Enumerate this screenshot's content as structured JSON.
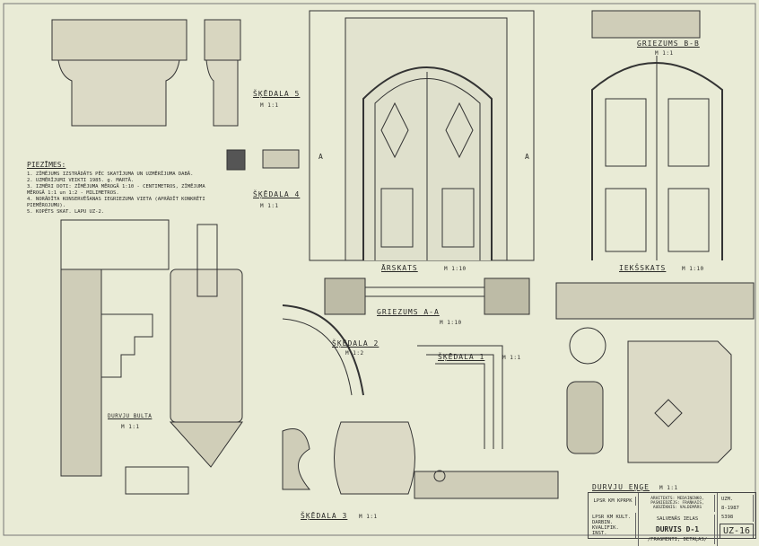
{
  "notes": {
    "title": "PIEZĪMES:",
    "items": [
      "1. ZĪMĒJUMS IZSTRĀDĀTS PĒC SKATĪJUMA UN UZMĒRĪJUMA DABĀ.",
      "2. UZMĒRĪJUMI VEIKTI 1985. g. MARTĀ.",
      "3. IZMĒRI DOTI: ZĪMĒJUMA MĒROGĀ 1:10 - CENTIMETROS, ZĪMĒJUMA MĒROGĀ 1:1 un 1:2 - MILIMETROS.",
      "4. NORĀDĪTA KONSERVĒŠANAS IEGRIEZUMA VIETA (APRĀDĪT KONKRĒTI PIEMĒROJUMU).",
      "5. KOPĒTS SKAT. LAPU UZ-2."
    ]
  },
  "labels": {
    "detail5": "ŠĶĒDALA 5",
    "detail5_scale": "M 1:1",
    "detail4": "ŠĶĒDALA 4",
    "detail4_scale": "M 1:1",
    "front": "ĀRSKATS",
    "front_scale": "M 1:10",
    "inside": "IEKŠSKATS",
    "inside_scale": "M 1:10",
    "sectionBB": "GRIEZUMS B-B",
    "sectionBB_scale": "M 1:1",
    "sectionAA": "GRIEZUMS A-A",
    "sectionAA_scale": "M 1:10",
    "detail2": "ŠĶĒDALA 2",
    "detail2_scale": "M 1:2",
    "detail1": "ŠĶĒDALA 1",
    "detail1_scale": "M 1:1",
    "detail3": "ŠĶĒDALA 3",
    "detail3_scale": "M 1:1",
    "bolt": "DURVJU BULTA",
    "bolt_scale": "M 1:1",
    "hinge": "DURVJU EŅĢE",
    "hinge_scale": "M 1:1",
    "markA": "A"
  },
  "title_block": {
    "org": "LPSR KM KPRPK",
    "org2": "LPSR KM KULT. DARBIN. KVALIFIK. INST.",
    "authors": "ARHITEKTS: MEDAIŅENKO, PASNIEDZĒJS: FRANKAIS, AUDZĒKNIS: VALDEMĀRS",
    "object": "SALVENĀS IELAS",
    "drawing": "DURVIS D-1",
    "subtitle": "/FRAGMENTI, DETAĻAS/",
    "stage": "UZM.",
    "date": "8-1987",
    "number": "5398",
    "sheet": "UZ-16"
  }
}
